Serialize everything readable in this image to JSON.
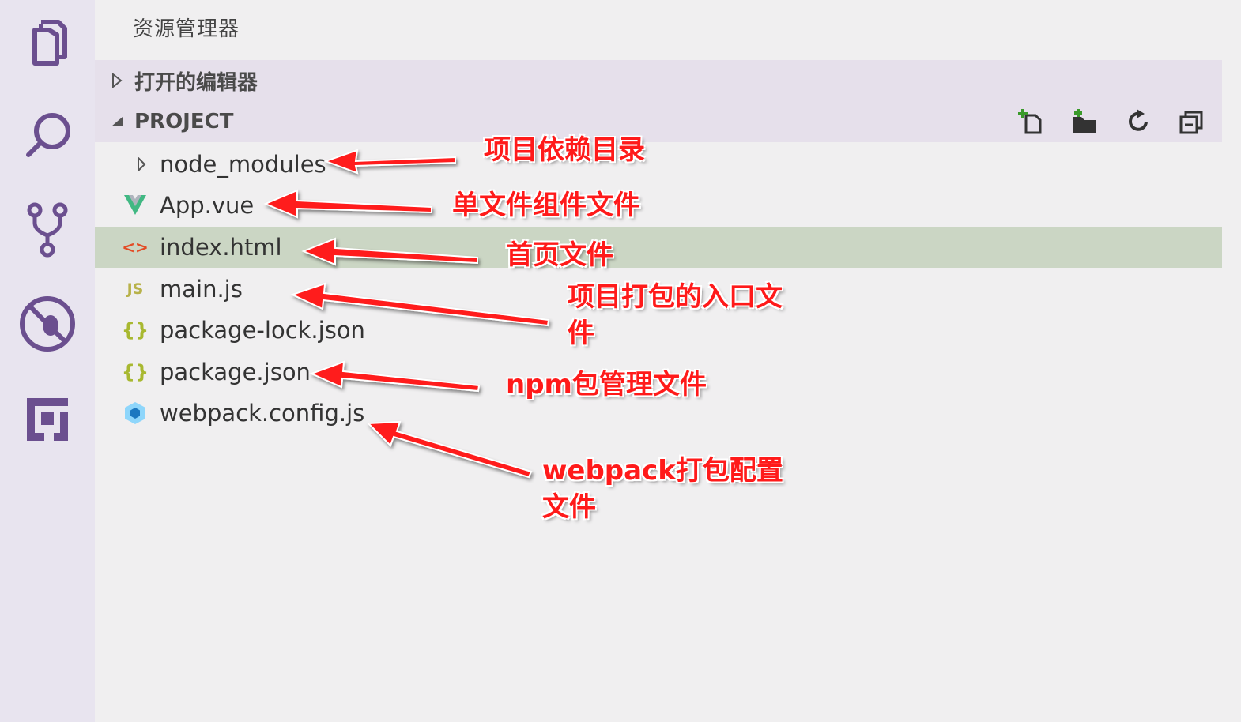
{
  "colors": {
    "activity_bar_bg": "#e8e4ef",
    "activity_icon": "#6b4f8f",
    "section_header_bg": "#e6e0eb",
    "selected_row_bg": "#cbd6c4",
    "annotation_red": "#ff1a1a",
    "vue_green": "#41b883",
    "html_orange": "#e34c26",
    "js_yellow": "#b8b24a",
    "json_green": "#a8b830",
    "webpack_blue": "#3a7fb3"
  },
  "activity_bar": {
    "items": [
      {
        "icon": "files-icon"
      },
      {
        "icon": "search-icon"
      },
      {
        "icon": "source-control-icon"
      },
      {
        "icon": "debug-icon"
      },
      {
        "icon": "extensions-icon"
      }
    ]
  },
  "explorer": {
    "title": "资源管理器",
    "open_editors_label": "打开的编辑器",
    "project_label": "PROJECT",
    "header_actions": [
      {
        "icon": "new-file-icon"
      },
      {
        "icon": "new-folder-icon"
      },
      {
        "icon": "refresh-icon"
      },
      {
        "icon": "collapse-all-icon"
      }
    ],
    "files": [
      {
        "name": "node_modules",
        "icon": "folder-twisty-icon"
      },
      {
        "name": "App.vue",
        "icon": "vue-icon"
      },
      {
        "name": "index.html",
        "icon": "html-icon",
        "icon_text": "<>"
      },
      {
        "name": "main.js",
        "icon": "js-icon",
        "icon_text": "JS"
      },
      {
        "name": "package-lock.json",
        "icon": "json-icon",
        "icon_text": "{}"
      },
      {
        "name": "package.json",
        "icon": "json-icon",
        "icon_text": "{}"
      },
      {
        "name": "webpack.config.js",
        "icon": "webpack-icon"
      }
    ]
  },
  "annotations": [
    {
      "line1": "项目依赖目录"
    },
    {
      "line1": "单文件组件文件"
    },
    {
      "line1": "首页文件"
    },
    {
      "line1": "项目打包的入口文",
      "line2": "件"
    },
    {
      "line1": "npm包管理文件"
    },
    {
      "line1": "webpack打包配置",
      "line2": "文件"
    }
  ]
}
